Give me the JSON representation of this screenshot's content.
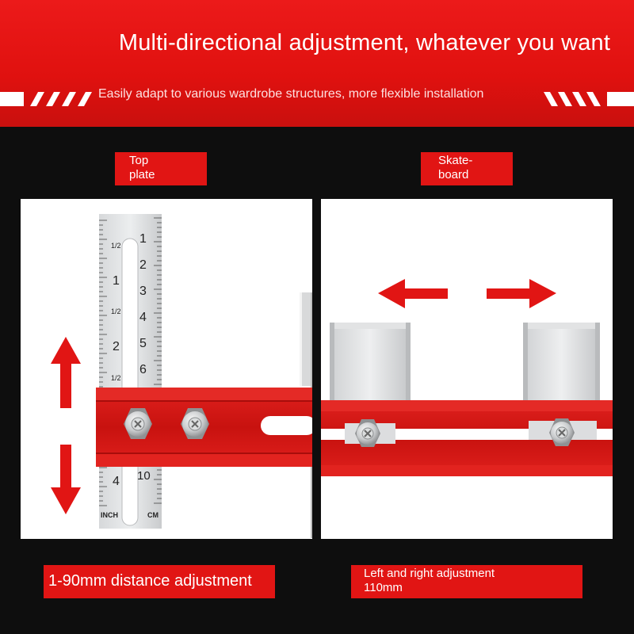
{
  "header": {
    "title": "Multi-directional adjustment, whatever you want",
    "subtitle": "Easily adapt to various wardrobe structures, more flexible installation"
  },
  "left": {
    "tag": [
      "Top",
      "plate"
    ],
    "caption": "1-90mm distance adjustment",
    "ruler": {
      "cm_marks": [
        "1",
        "2",
        "3",
        "4",
        "5",
        "6",
        "10"
      ],
      "inch_marks": [
        "1",
        "2",
        "4"
      ],
      "half_mark": "1/2",
      "inch_label": "INCH",
      "cm_label": "CM"
    }
  },
  "right": {
    "tag": [
      "Skate-",
      "board"
    ],
    "caption": [
      "Left and right adjustment",
      "110mm"
    ]
  },
  "colors": {
    "accent": "#e11514",
    "panel": "#ffffff",
    "background": "#0e0e0e"
  },
  "icons": [
    "up-down-arrow-icon",
    "left-arrow-icon",
    "right-arrow-icon",
    "bolt-icon"
  ]
}
